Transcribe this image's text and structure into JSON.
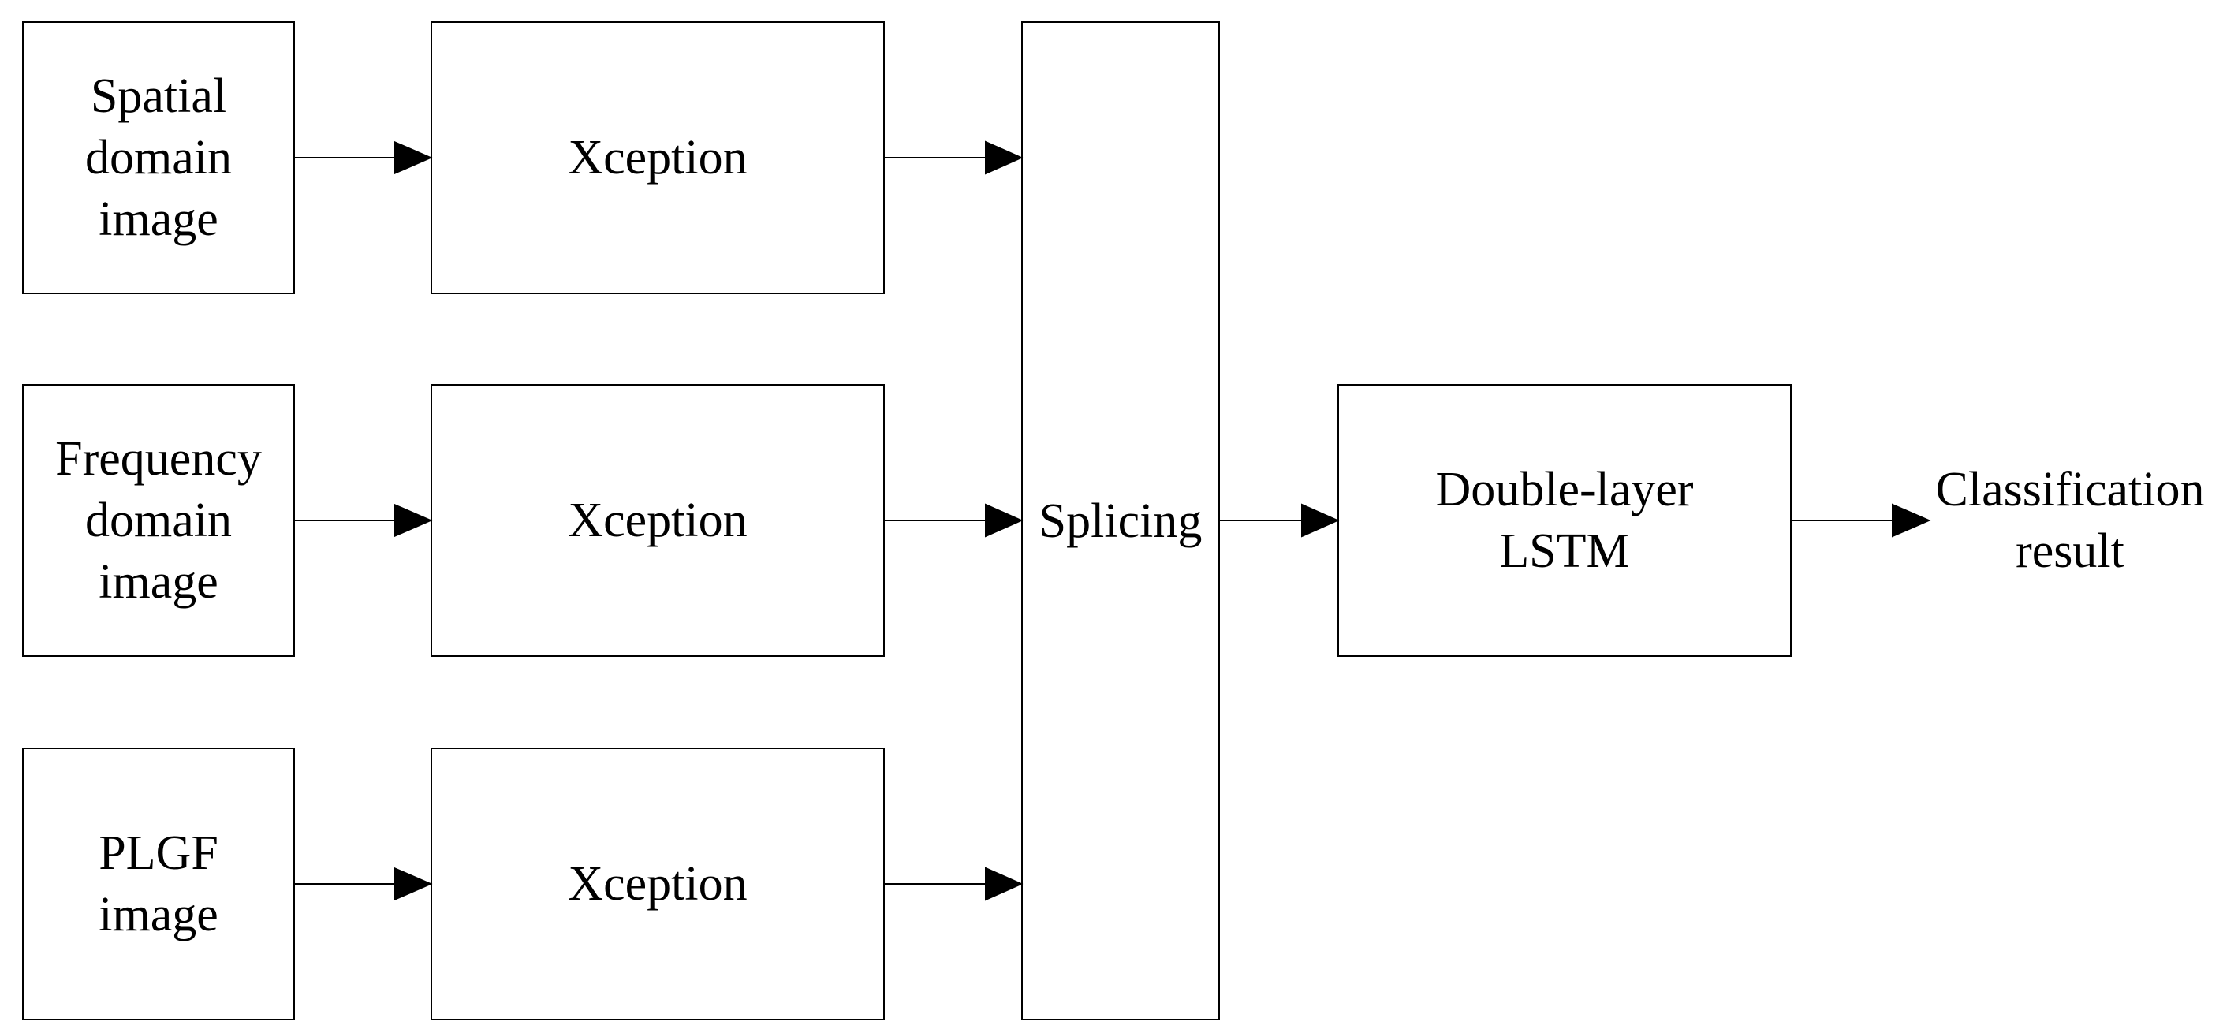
{
  "inputs": [
    {
      "lines": [
        "Spatial",
        "domain",
        "image"
      ]
    },
    {
      "lines": [
        "Frequency",
        "domain",
        "image"
      ]
    },
    {
      "lines": [
        "PLGF",
        "image"
      ]
    }
  ],
  "extractors": [
    {
      "label": "Xception"
    },
    {
      "label": "Xception"
    },
    {
      "label": "Xception"
    }
  ],
  "splicing": {
    "label": "Splicing"
  },
  "lstm": {
    "lines": [
      "Double-layer",
      "LSTM"
    ]
  },
  "output": {
    "lines": [
      "Classification",
      "result"
    ]
  }
}
